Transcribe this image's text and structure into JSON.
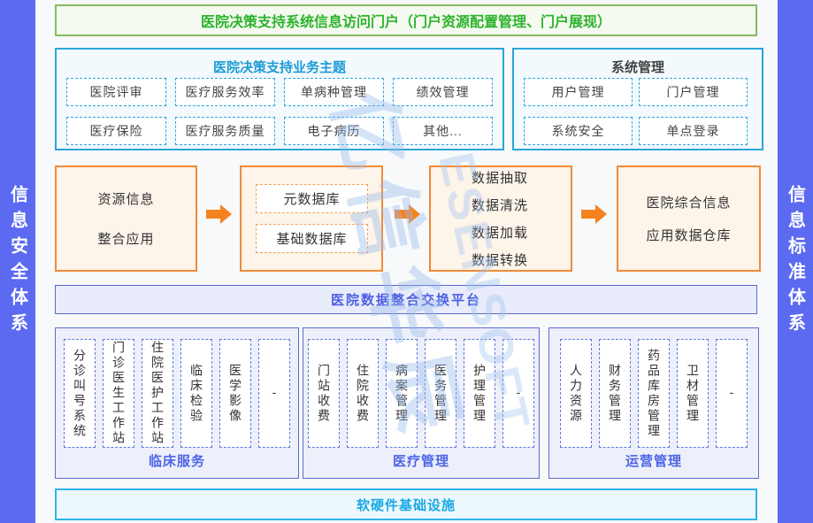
{
  "side_rails": {
    "left_label": "信息安全体系",
    "right_label": "信息标准体系"
  },
  "top_banner": {
    "title": "医院决策支持系统信息访问门户（门户资源配置管理、门户展现）"
  },
  "business_themes": {
    "title": "医院决策支持业务主题",
    "items": [
      "医院评审",
      "医疗服务效率",
      "单病种管理",
      "绩效管理",
      "医疗保险",
      "医疗服务质量",
      "电子病历",
      "其他..."
    ]
  },
  "system_mgmt": {
    "title": "系统管理",
    "items": [
      "用户管理",
      "门户管理",
      "系统安全",
      "单点登录"
    ]
  },
  "etl_flow": {
    "source_box": {
      "lines": [
        "资源信息",
        "整合应用"
      ]
    },
    "db_box": {
      "items": [
        "元数据库",
        "基础数据库"
      ]
    },
    "etl_box": {
      "lines": [
        "数据抽取",
        "数据清洗",
        "数据加载",
        "数据转换"
      ]
    },
    "warehouse_box": {
      "lines": [
        "医院综合信息",
        "应用数据仓库"
      ]
    }
  },
  "platform_bar": {
    "title": "医院数据整合交换平台"
  },
  "source_systems": {
    "groups": [
      {
        "label": "临床服务",
        "items": [
          "分诊叫号系统",
          "门诊医生工作站",
          "住院医护工作站",
          "临床检验",
          "医学影像",
          "-"
        ]
      },
      {
        "label": "医疗管理",
        "items": [
          "门站收费",
          "住院收费",
          "病案管理",
          "医务管理",
          "护理管理",
          "-"
        ]
      },
      {
        "label": "运营管理",
        "items": [
          "人力资源",
          "财务管理",
          "药品库房管理",
          "卫材管理",
          "-"
        ]
      }
    ]
  },
  "infra_bar": {
    "title": "软硬件基础设施"
  },
  "watermark": {
    "cn": "亿信华辰",
    "en": "ESENSOFT"
  },
  "colors": {
    "rail_purple": "#5b6af0",
    "banner_green_text": "#2db32d",
    "banner_green_border": "#87ba61",
    "panel_cyan_border": "#2aa5dc",
    "panel_title_blue": "#1c9bd5",
    "flow_orange_border": "#f08a38",
    "flow_arrow_orange": "#f5821f",
    "platform_blue_text": "#4d5fe2",
    "column_border_blue": "#5b6cd4",
    "infra_cyan_text": "#1aa9e2"
  }
}
